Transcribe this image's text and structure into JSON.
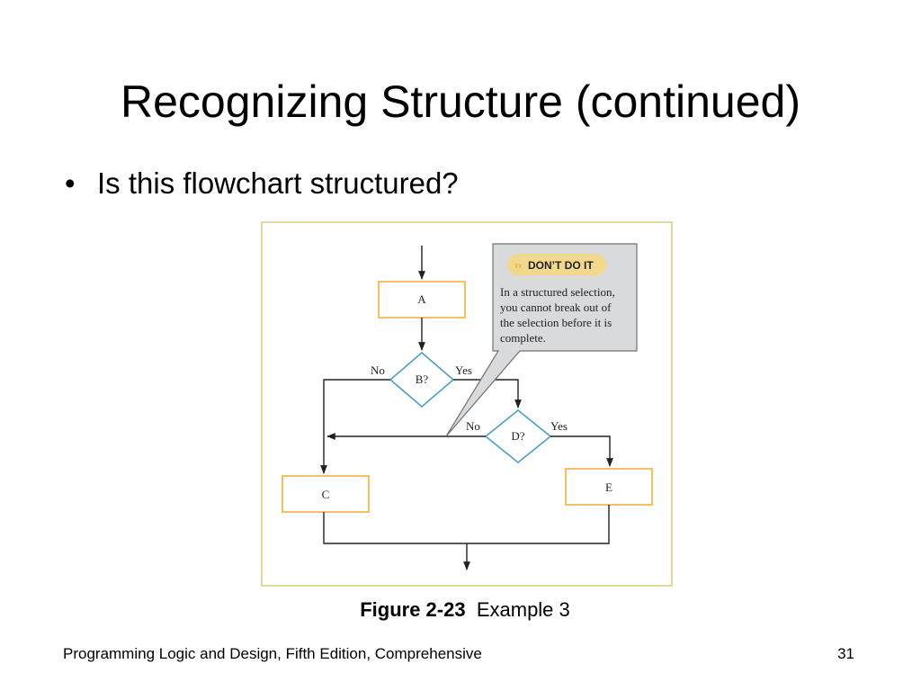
{
  "slide": {
    "title": "Recognizing Structure (continued)",
    "bullet": "Is this flowchart structured?",
    "bullet_marker": "•"
  },
  "flowchart": {
    "process_a": "A",
    "decision_b": "B?",
    "decision_b_no": "No",
    "decision_b_yes": "Yes",
    "decision_d": "D?",
    "decision_d_no": "No",
    "decision_d_yes": "Yes",
    "process_c": "C",
    "process_e": "E",
    "callout_tag": "DON’T DO IT",
    "callout_lines": [
      "In a structured selection,",
      "you cannot break out of",
      "the selection before it is",
      "complete."
    ],
    "colors": {
      "process_border": "#f0b040",
      "decision_border": "#4a9ec8",
      "callout_fill": "#d9dadc",
      "callout_tag_fill": "#f2d88a",
      "frame_border": "#e3d99a"
    }
  },
  "caption": {
    "label": "Figure 2-23",
    "text": "Example 3"
  },
  "footer": {
    "text": "Programming Logic and Design, Fifth Edition, Comprehensive",
    "page": "31"
  }
}
